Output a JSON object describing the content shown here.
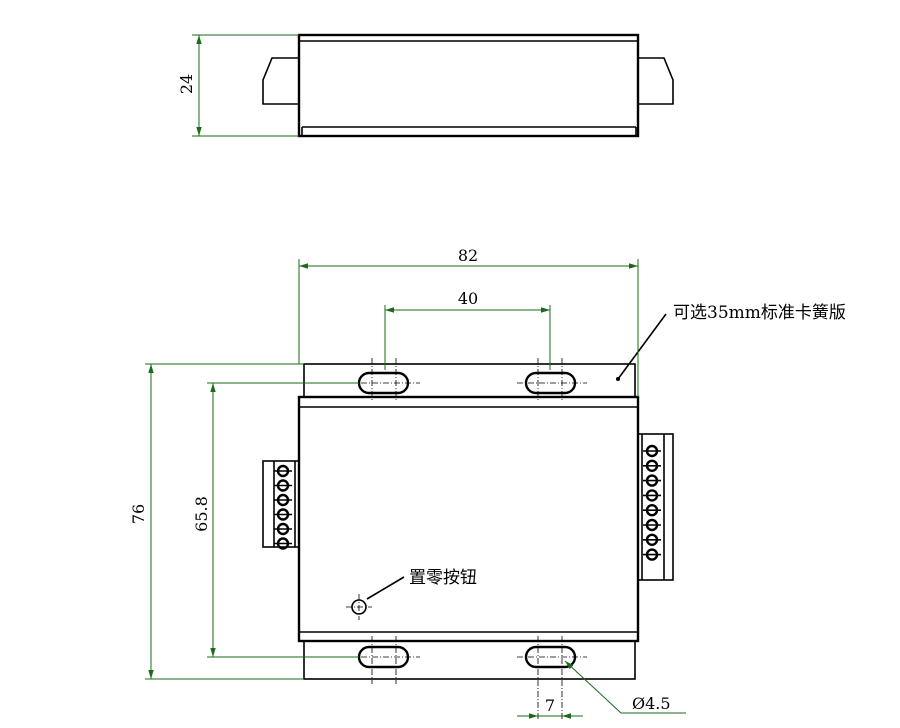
{
  "side_view": {
    "height_label": "24"
  },
  "top_view": {
    "width_label": "82",
    "slot_spacing_label": "40",
    "height_label": "76",
    "slot_center_label": "65.8",
    "slot_width_label": "7",
    "hole_label": "Ø4.5",
    "rail_note": "可选35mm标准卡簧版",
    "button_note": "置零按钮"
  },
  "colors": {
    "dimension": "#1a6b1a",
    "outline": "#000000",
    "background": "#ffffff"
  }
}
